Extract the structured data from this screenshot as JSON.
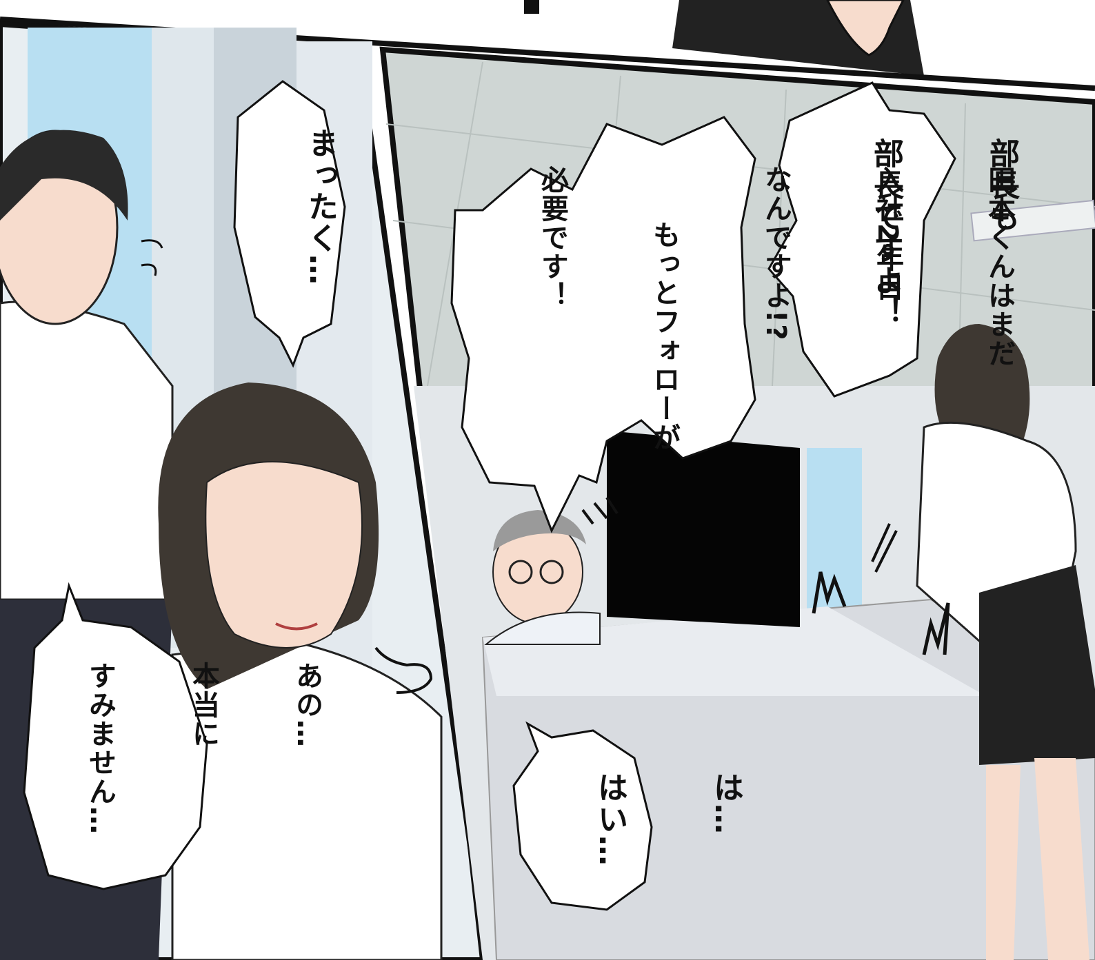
{
  "panels": [
    {
      "id": "left-panel",
      "bubbles": [
        {
          "name": "bubble-mattaku",
          "lines": [
            "まったく…"
          ]
        },
        {
          "name": "bubble-ano",
          "lines": [
            "あの…",
            "本当に",
            "すみません…"
          ]
        }
      ]
    },
    {
      "id": "right-panel",
      "bubbles": [
        {
          "name": "bubble-bucho",
          "lines": [
            "部長も",
            "部長ですよ！"
          ]
        },
        {
          "name": "bubble-tamoto",
          "lines": [
            "田本くんはまだ",
            "入社2年目",
            "なんですよ!?",
            "もっとフォローが",
            "必要です！"
          ]
        },
        {
          "name": "bubble-hai",
          "lines": [
            "は…",
            "はい…"
          ]
        }
      ]
    }
  ],
  "colors": {
    "panel_border": "#111111",
    "ceiling": "#cfd6d4",
    "wall_blue": "#b8dff2",
    "hair": "#3e3832",
    "shirt": "#ffffff",
    "skin": "#f7dccd",
    "skirt": "#222222",
    "desk": "#d8dbe0"
  }
}
